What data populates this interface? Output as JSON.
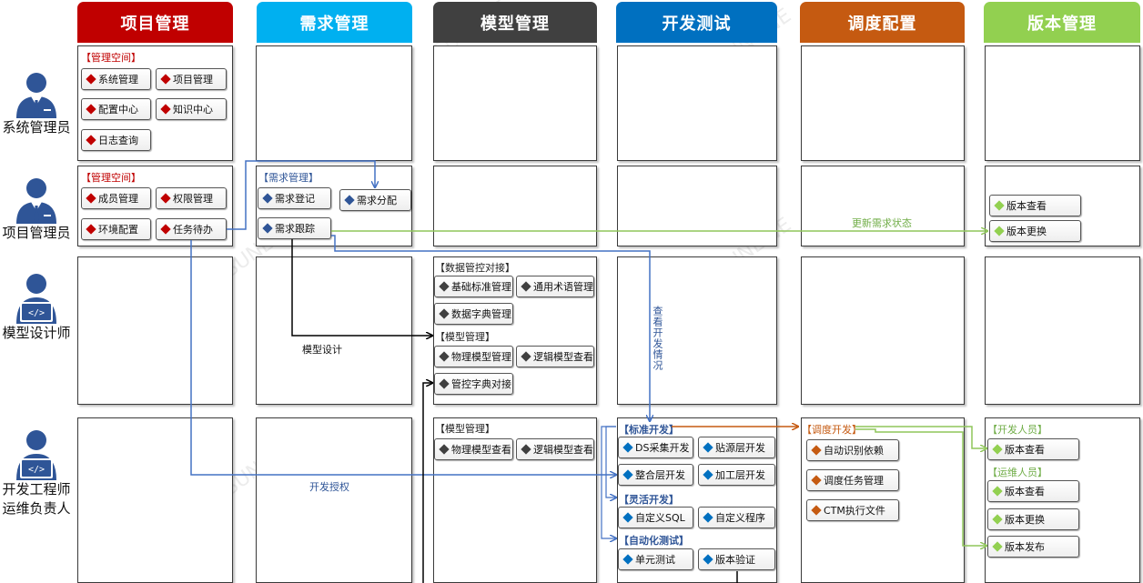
{
  "colors": {
    "project": "#c00000",
    "requirement": "#00b0f0",
    "model": "#404040",
    "devtest": "#0070c0",
    "schedule": "#c55a11",
    "version": "#92d050",
    "blue_line": "#4472c4",
    "green_line": "#8fc55a",
    "orange_line": "#c55a11",
    "black_line": "#000000",
    "role_icon": "#2f5597"
  },
  "columns": [
    {
      "title": "项目管理"
    },
    {
      "title": "需求管理"
    },
    {
      "title": "模型管理"
    },
    {
      "title": "开发测试"
    },
    {
      "title": "调度配置"
    },
    {
      "title": "版本管理"
    }
  ],
  "roles": [
    {
      "lines": [
        "系统管理员"
      ],
      "icon": "person-tie-icon"
    },
    {
      "lines": [
        "项目管理员"
      ],
      "icon": "person-tie-icon"
    },
    {
      "lines": [
        "模型设计师"
      ],
      "icon": "person-laptop-icon"
    },
    {
      "lines": [
        "开发工程师",
        "运维负责人"
      ],
      "icon": "person-laptop-icon"
    }
  ],
  "watermark": "SUNLINE",
  "r1": {
    "group": "【管理空间】",
    "items": [
      "系统管理",
      "项目管理",
      "配置中心",
      "知识中心",
      "日志查询"
    ]
  },
  "r2": {
    "pm_group": "【管理空间】",
    "pm_items": [
      "成员管理",
      "权限管理",
      "环境配置",
      "任务待办"
    ],
    "req_group": "【需求管理】",
    "req_items": [
      "需求登记",
      "需求分配",
      "需求跟踪"
    ],
    "ver_items": [
      "版本查看",
      "版本更换"
    ]
  },
  "r3": {
    "g1": "【数据管控对接】",
    "g1_items": [
      "基础标准管理",
      "通用术语管理",
      "数据字典管理"
    ],
    "g2": "【模型管理】",
    "g2_items": [
      "物理模型管理",
      "逻辑模型查看",
      "管控字典对接"
    ]
  },
  "r4": {
    "model_group": "【模型管理】",
    "model_items": [
      "物理模型查看",
      "逻辑模型查看"
    ],
    "std_group": "【标准开发】",
    "std_items": [
      "DS采集开发",
      "贴源层开发",
      "整合层开发",
      "加工层开发"
    ],
    "flex_group": "【灵活开发】",
    "flex_items": [
      "自定义SQL",
      "自定义程序"
    ],
    "auto_group": "【自动化测试】",
    "auto_items": [
      "单元测试",
      "版本验证"
    ],
    "sched_group": "【调度开发】",
    "sched_items": [
      "自动识别依赖",
      "调度任务管理",
      "CTM执行文件"
    ],
    "dev_group": "【开发人员】",
    "dev_items": [
      "版本查看"
    ],
    "ops_group": "【运维人员】",
    "ops_items": [
      "版本查看",
      "版本更换",
      "版本发布"
    ]
  },
  "flows": {
    "update_req_status": "更新需求状态",
    "view_dev_status": "查看开发情况",
    "model_design": "模型设计",
    "dev_auth": "开发授权"
  }
}
